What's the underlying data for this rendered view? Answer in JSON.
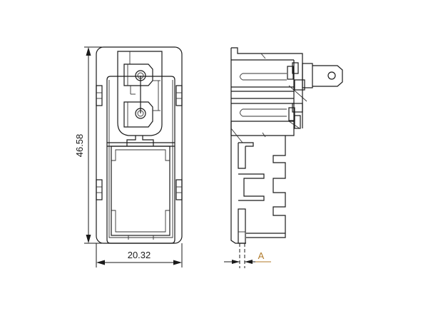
{
  "drawing": {
    "subject": "rocker switch dimensional drawing",
    "views": [
      "front-view",
      "side-view"
    ]
  },
  "dimensions": {
    "height": "46.58",
    "width": "20.32",
    "panel_thickness_label": "A"
  },
  "colors": {
    "line": "#1a1a1a",
    "label_A": "#b07a2a",
    "background": "#ffffff"
  }
}
